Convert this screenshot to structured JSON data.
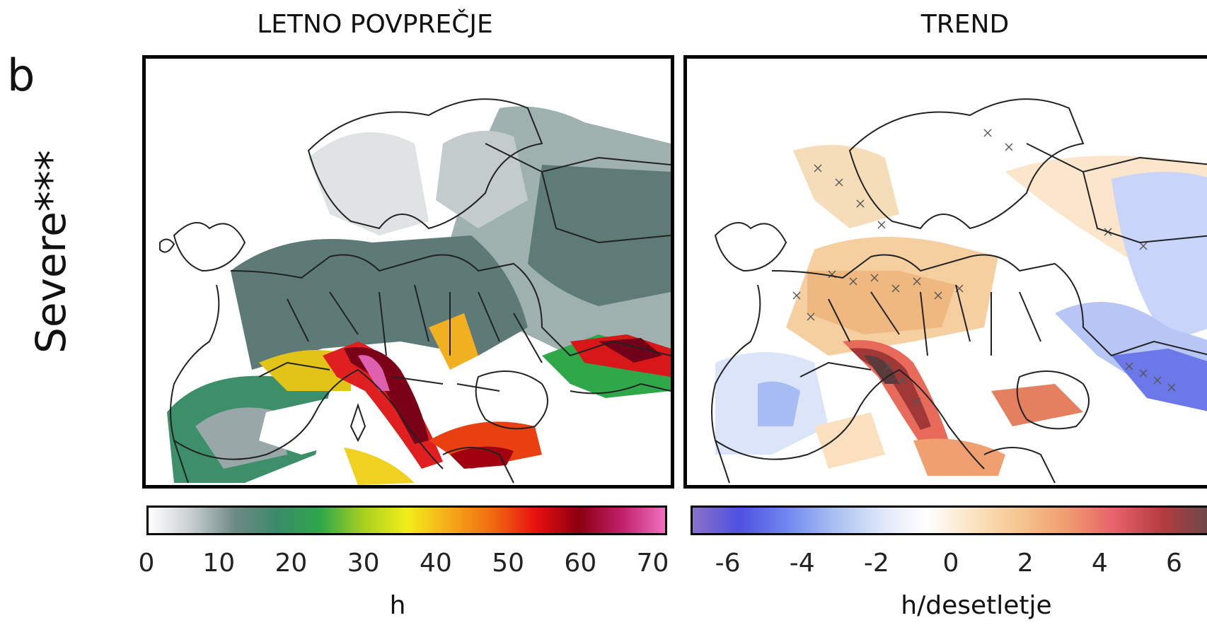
{
  "panel_letter": "b",
  "row_label": "Severe***",
  "columns": [
    {
      "title": "LETNO POVPREČJE",
      "unit": "h",
      "colorbar_ticks": [
        "0",
        "10",
        "20",
        "30",
        "40",
        "50",
        "60",
        "70"
      ],
      "colorbar_range": [
        0,
        72
      ],
      "colorbar_stops": [
        "#ffffff",
        "#c8cdd0",
        "#6f8a86",
        "#3a8a6a",
        "#2fa84a",
        "#a8d020",
        "#f2ee1a",
        "#f7a91a",
        "#f06a10",
        "#e81010",
        "#8a0010",
        "#c0206a",
        "#f070c0"
      ]
    },
    {
      "title": "TREND",
      "unit": "h/desetletje",
      "colorbar_ticks": [
        "-6",
        "-4",
        "-2",
        "0",
        "2",
        "4",
        "6"
      ],
      "colorbar_range": [
        -7,
        7
      ],
      "colorbar_stops": [
        "#8a72c8",
        "#4f50e0",
        "#6f86f0",
        "#a8bff2",
        "#dde6fa",
        "#ffffff",
        "#fbe2c0",
        "#f6c48e",
        "#f09a70",
        "#e8606a",
        "#b43c40",
        "#6a4848"
      ]
    }
  ]
}
